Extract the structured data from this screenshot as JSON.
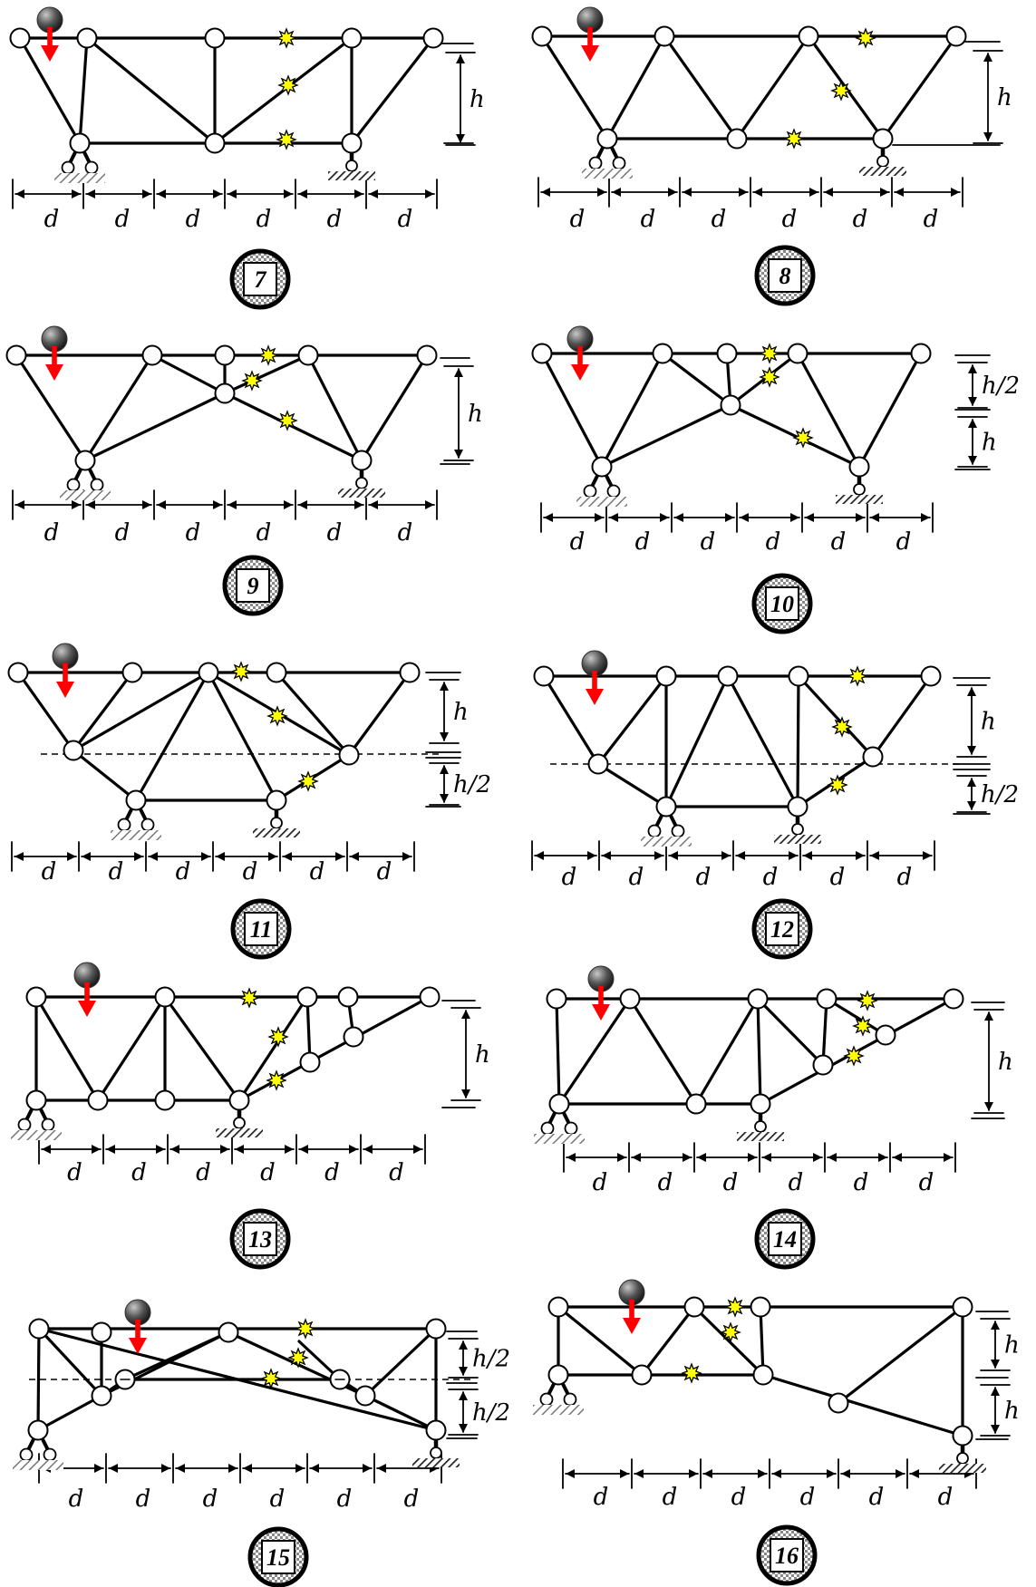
{
  "title": "",
  "symbols": {
    "span": "d",
    "height": "h",
    "half_height": "h/2"
  },
  "colors": {
    "member": "#000000",
    "load_arrow": "#ff0000",
    "marked_member_star": "#ffff00",
    "support_hatch": "#777777",
    "node_fill": "#ffffff"
  },
  "icons": [
    "mass-ball-icon",
    "load-arrow-icon",
    "star-marker-icon",
    "pin-support-icon",
    "roller-support-icon",
    "node-icon"
  ],
  "panels": [
    {
      "number": "7",
      "span_labels": [
        "d",
        "d",
        "d",
        "d",
        "d",
        "d"
      ],
      "dims": [
        "h"
      ]
    },
    {
      "number": "8",
      "span_labels": [
        "d",
        "d",
        "d",
        "d",
        "d",
        "d"
      ],
      "dims": [
        "h"
      ]
    },
    {
      "number": "9",
      "span_labels": [
        "d",
        "d",
        "d",
        "d",
        "d",
        "d"
      ],
      "dims": [
        "h"
      ]
    },
    {
      "number": "10",
      "span_labels": [
        "d",
        "d",
        "d",
        "d",
        "d",
        "d"
      ],
      "dims": [
        "h/2",
        "h"
      ]
    },
    {
      "number": "11",
      "span_labels": [
        "d",
        "d",
        "d",
        "d",
        "d",
        "d"
      ],
      "dims": [
        "h",
        "h/2"
      ]
    },
    {
      "number": "12",
      "span_labels": [
        "d",
        "d",
        "d",
        "d",
        "d",
        "d"
      ],
      "dims": [
        "h",
        "h/2"
      ]
    },
    {
      "number": "13",
      "span_labels": [
        "d",
        "d",
        "d",
        "d",
        "d",
        "d"
      ],
      "dims": [
        "h"
      ]
    },
    {
      "number": "14",
      "span_labels": [
        "d",
        "d",
        "d",
        "d",
        "d",
        "d"
      ],
      "dims": [
        "h"
      ]
    },
    {
      "number": "15",
      "span_labels": [
        "d",
        "d",
        "d",
        "d",
        "d",
        "d"
      ],
      "dims": [
        "h/2",
        "h/2"
      ]
    },
    {
      "number": "16",
      "span_labels": [
        "d",
        "d",
        "d",
        "d",
        "d",
        "d"
      ],
      "dims": [
        "h",
        "h"
      ]
    }
  ]
}
